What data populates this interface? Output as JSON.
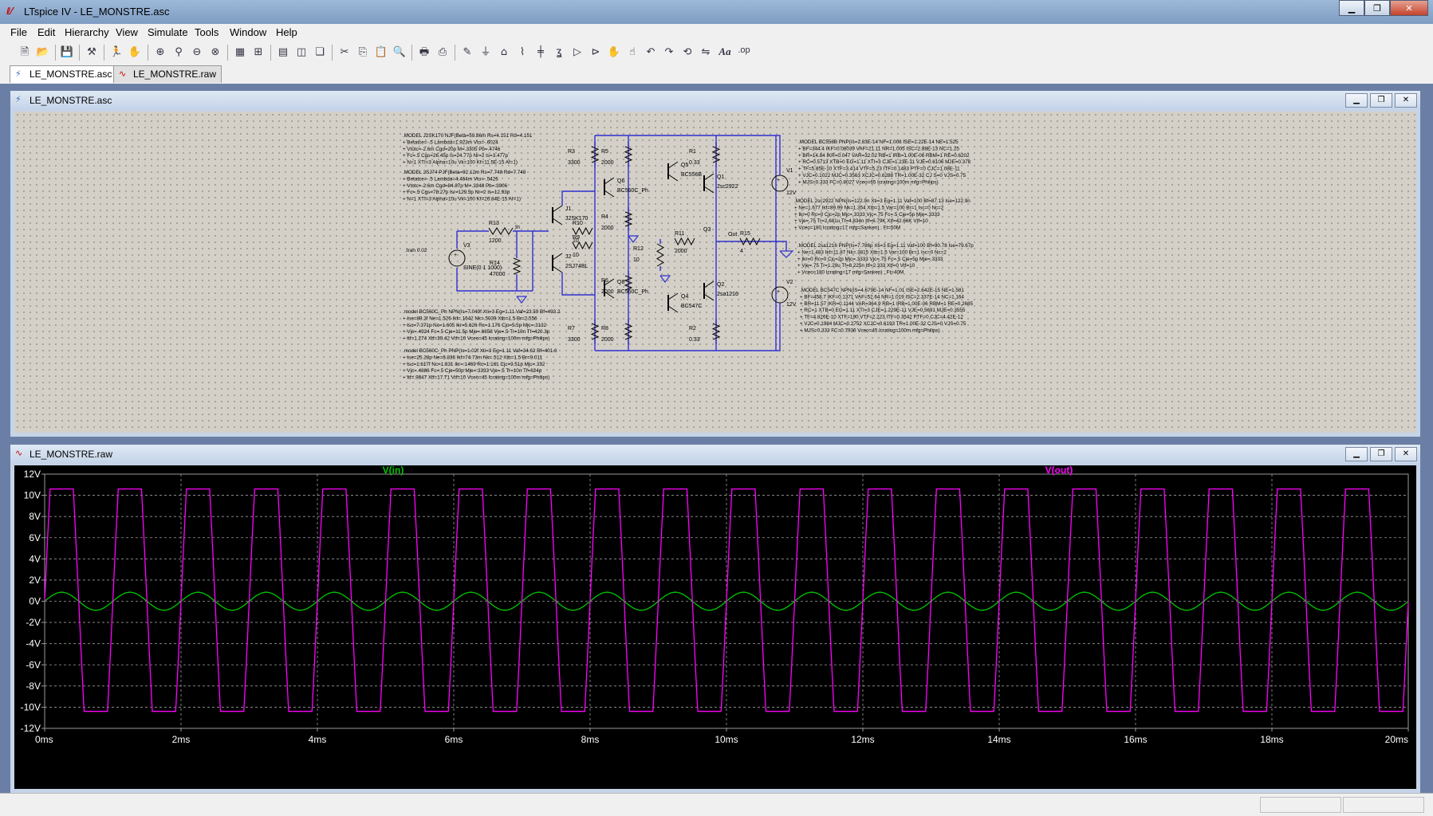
{
  "window": {
    "title": "LTspice IV - LE_MONSTRE.asc",
    "app_icon": "ltspice-icon"
  },
  "menu": [
    "File",
    "Edit",
    "Hierarchy",
    "View",
    "Simulate",
    "Tools",
    "Window",
    "Help"
  ],
  "toolbar_icons": [
    "new-schematic-icon",
    "open-icon",
    "save-icon",
    "control-panel-icon",
    "run-icon",
    "halt-icon",
    "zoom-in-icon",
    "zoom-pan-icon",
    "zoom-out-icon",
    "zoom-fit-icon",
    "autorange-icon",
    "grid-icon",
    "tile-horizontal-icon",
    "tile-vertical-icon",
    "cascade-icon",
    "cut-icon",
    "copy-icon",
    "paste-icon",
    "find-icon",
    "print-preview-icon",
    "print-icon",
    "draw-wire-icon",
    "ground-icon",
    "label-net-icon",
    "resistor-icon",
    "capacitor-icon",
    "inductor-icon",
    "diode-icon",
    "component-icon",
    "move-icon",
    "drag-icon",
    "undo-icon",
    "redo-icon",
    "rotate-icon",
    "mirror-icon",
    "text-icon",
    "spice-directive-icon"
  ],
  "tabs": [
    {
      "label": "LE_MONSTRE.asc"
    },
    {
      "label": "LE_MONSTRE.raw"
    }
  ],
  "schematic_window": {
    "title": "LE_MONSTRE.asc",
    "models_left": [
      [
        ".MODEL J2SK170 NJF(Beta=59.86m Rs=4.151 Rd=4.151",
        " + Betatce=-.5 Lambda=1.923m Vto=-.6024",
        " + Vtotc=-2.6m Cgd=20p M=.3305 Pb=.4746",
        " + Fc=.5 Cgs=26.45p Is=24.77p Nr=2 Is=3.477p",
        " + N=1 XTI=3 Alpha=10u Vk=100 Kf=11.5E-15 Af=1)"
      ],
      [
        ".MODEL 2SJ74 PJF(Beta=92.12m Rs=7.748 Rd=7.748",
        " + Betatce=-.5 Lambda=4.464m Vto=-.5426",
        " + Vtotc=-2.6m Cgd=84.87p M=.3248 Pb=.3906",
        " + Fc=.5 Cgs=78.27p Isr=129.5p Nr=2 Is=12.93p",
        " + N=1 XTI=3 Alpha=10u Vk=100 Kf=26.84E-15 Af=1)"
      ],
      [
        ".model BC560C_Ph NPN(Is=7.049f Xti=3 Eg=1.11 Vaf=23.59 Bf=493.2",
        " + Ise=89.2f Ne=1.526 Ikf=.1642 Nk=.5039 Xtb=1.5 Br=2.556",
        " + Isc=7.371p Nc=1.605 Ikr=5.626 Rc=1.176 Cjc=5.5p Mjc=.3132",
        " + Vjc=.4924 Fc=.5 Cje=11.5p Mje=.6658 Vje=.5 Tr=10n Tf=420.3p",
        " + Itf=1.274 Xtf=39.42 Vtf=10 Vceo=45 Icrating=100m mfg=Philips)"
      ],
      [
        ".model BC560C_Ph PNP(Is=1.02f Xti=3 Eg=1.11 Vaf=34.62 Bf=401.6",
        " + Ise=25.28p Ne=6.836 Ikf=74.73m Nk=.512 Xtb=1.5 Br=9.011",
        " + Isc=1.617f Nc=1.831 Ikr=.1469 Rc=1.161 Cjc=9.51p Mjc=.332",
        " + Vjc=.4886 Fc=.5 Cje=50p Mje=.3333 Vje=.5 Tr=10n Tf=624p",
        " + Itf=.9847 Xtf=17.71 Vtf=10 Vceo=45 Icrating=100m mfg=Philips)"
      ]
    ],
    "models_right": [
      [
        ".MODEL BC556B PNP(Is=2.83E-14 NF=1.008 ISE=1.22E-14 NE=1.525",
        " + BF=344.4 IKF=0.08039 VAF=21.11 NR=1.005 ISC=2.88E-13 NC=1.25",
        " + BR=14.84 IKR=0.047 VAR=32.02 RB=1 IRB=1.00E-06 RBM=1 RE=0.6202",
        " + RC=0.5713 XTB=0 EG=1.11 XTI=3 CJE=1.23E-11 VJE=0.6106 MJE=0.378",
        " + TF=5.85E-10 XTF=3.414 VTF=5.23 ITF=0.1483 PTF=0 CJC=1.08E-11",
        " + VJC=0.1022 MJC=0.3563 XCJC=0.6288 TR=1.00E-32 CJ S=0 VJS=0.75",
        " + MJS=0.333 FC=0.8027 Vceo=65 Icrating=100m mfg=Philips)"
      ],
      [
        ".MODEL 2sc2922 NPN(Is=122.9n Xti=3 Eg=1.11 Vaf=100 Bf=87.13 Ise=122.9n",
        " + Ne=1.677 Ikf=89.99 Nk=1.354 Xtb=1.5 Var=100 Br=1 Isc=0 Nc=2",
        " + Ikr=0 Rc=0 Cjc=2p Mjc=.3333 Vjc=.75 Fc=.5 Cje=5p Mje=.3333",
        " + Vje=.75 Tr=2.681u Tf=4.834n Itf=6.79K Xtf=42.66K Vtf=10",
        " + Vceo=180 Icrating=17 mfg=Sanken) ; Ft=50M"
      ],
      [
        ".MODEL 2sa1216 PNP(Is=7.786p Xti=3 Eg=1.11 Vaf=100 Bf=90.78 Ise=79.67p",
        " + Ne=1.483 Ikf=11.87 Nk=.3815 Xtb=1.5 Var=100 Br=1 Isc=0 Nc=2",
        " + Ikr=0 Rc=0 Cjc=2p Mjc=.3333 Vjc=.75 Fc=.5 Cje=5p Mje=.3333",
        " + Vje=.75 Tr=1.29u Tf=8.225n Itf=2.333 Xtf=0 Vtf=10",
        " + Vceo=180 Icrating=17 mfg=Sanken) ; Ft=40M"
      ],
      [
        ".MODEL BC547C NPN(IS=4.679E-14 NF=1.01 ISE=2.642E-15 NE=1.581",
        " + BF=458.7 IKF=0.1371 VAF=52.64 NR=1.019 ISC=2.337E-14 NC=1.164",
        " + BR=11.57 IKR=0.1144 VAR=364.9 RB=1 IRB=1.00E-06 RBM=1 RE=0.2685",
        " + RC=1 XTB=0 EG=1.11 XTI=3 CJE=1.229E-11 VJE=0.5691 MJE=0.3555",
        " + TF=4.826E-10 XTF=190 VTF=2.223 ITF=0.3542 PTF=0 CJC=4.42E-12",
        " + VJC=0.1984 MJC=0.2752 XCJC=0.6193 TR=1.00E-32 CJS=0 VJS=0.75",
        " + MJS=0.333 FC=0.7936 Vceo=45 Icrating=100m mfg=Philips)"
      ]
    ],
    "tran": ".tran 0.02",
    "labels": {
      "R13": "R13",
      "R13v": "1200",
      "R14": "R14",
      "R14v": "47000",
      "V3": "V3",
      "V3v": "SINE(0 1 1000)",
      "In": "In",
      "J1": "J1",
      "J1m": "J2SK170",
      "J2": "J2",
      "J2m": "2SJ74BL",
      "R10": "R10",
      "R10v": "10",
      "R9": "R9",
      "R9v": "10",
      "R3": "R3",
      "R3v": "3300",
      "R5": "R5",
      "R5v": "2000",
      "R4": "R4",
      "R4v": "2000",
      "R6": "R6",
      "R6v": "2000",
      "R7": "R7",
      "R7v": "3300",
      "R8": "R8",
      "R8v": "2000",
      "R12": "R12",
      "R12v": "10",
      "R11": "R11",
      "R11v": "2000",
      "Q6": "Q6",
      "Q6m": "BC560C_Ph",
      "Q5": "Q5",
      "Q5m": "BC556B",
      "Q3": "Q3",
      "Q4": "Q4",
      "Q4m": "BC547C",
      "Q8": "Q8",
      "Q8m": "BC560C_Ph",
      "Q1": "Q1",
      "Q1m": "2sc2922",
      "Q2": "Q2",
      "Q2m": "2sa1216",
      "R1": "R1",
      "R1v": "0.33",
      "R2": "R2",
      "R2v": "0.33",
      "R15": "R15",
      "R15v": "4",
      "Out": "Out",
      "V1": "V1",
      "V1v": "12V",
      "V2": "V2",
      "V2v": "12V"
    }
  },
  "plot_window": {
    "title": "LE_MONSTRE.raw",
    "colors": {
      "vin": "#00c800",
      "vout": "#ff00ff",
      "grid": "#9a9a9a",
      "axis_text": "#ffffff"
    }
  },
  "chart_data": {
    "type": "line",
    "xlabel": "",
    "ylabel": "",
    "x_unit": "ms",
    "xlim": [
      0,
      20
    ],
    "ylim": [
      -12,
      12
    ],
    "x_ticks": [
      "0ms",
      "2ms",
      "4ms",
      "6ms",
      "8ms",
      "10ms",
      "12ms",
      "14ms",
      "16ms",
      "18ms",
      "20ms"
    ],
    "y_ticks": [
      "12V",
      "10V",
      "8V",
      "6V",
      "4V",
      "2V",
      "0V",
      "-2V",
      "-4V",
      "-6V",
      "-8V",
      "-10V",
      "-12V"
    ],
    "grid": true,
    "series": [
      {
        "name": "V(in)",
        "kind": "sine",
        "frequency_hz": 1000,
        "amplitude": 0.85,
        "offset": 0
      },
      {
        "name": "V(out)",
        "kind": "clipped-sine",
        "frequency_hz": 1000,
        "amplitude": 22,
        "clip_high": 10.6,
        "clip_low": -10.4,
        "offset": 0
      }
    ]
  },
  "status": {
    "text": ""
  }
}
